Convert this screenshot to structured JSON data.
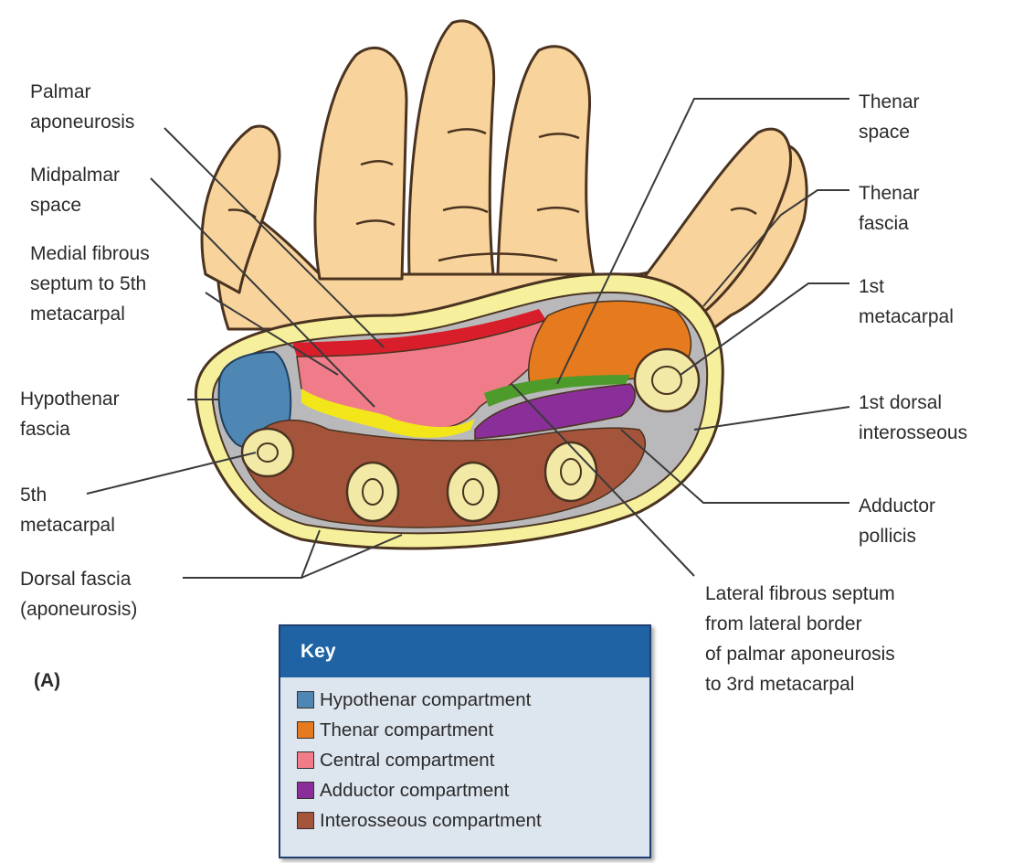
{
  "labels": {
    "palmar_aponeurosis": [
      "Palmar",
      "aponeurosis"
    ],
    "midpalmar_space": [
      "Midpalmar",
      "space"
    ],
    "medial_septum": [
      "Medial fibrous",
      "septum to 5th",
      "metacarpal"
    ],
    "hypothenar_fascia": [
      "Hypothenar",
      "fascia"
    ],
    "fifth_metacarpal": [
      "5th",
      "metacarpal"
    ],
    "dorsal_fascia": [
      "Dorsal fascia",
      "(aponeurosis)"
    ],
    "thenar_space": [
      "Thenar",
      "space"
    ],
    "thenar_fascia": [
      "Thenar",
      "fascia"
    ],
    "first_metacarpal": [
      "1st",
      "metacarpal"
    ],
    "first_dorsal_interosseous": [
      "1st dorsal",
      "interosseous"
    ],
    "adductor_pollicis": [
      "Adductor",
      "pollicis"
    ],
    "lateral_septum": [
      "Lateral fibrous septum",
      "from lateral border",
      "of palmar aponeurosis",
      "to 3rd metacarpal"
    ]
  },
  "panel_tag": "(A)",
  "key": {
    "title": "Key",
    "items": [
      {
        "label": "Hypothenar compartment",
        "color": "#4f87b4"
      },
      {
        "label": "Thenar compartment",
        "color": "#e57a1e"
      },
      {
        "label": "Central compartment",
        "color": "#f07c8a"
      },
      {
        "label": "Adductor compartment",
        "color": "#8a2f9a"
      },
      {
        "label": "Interosseous compartment",
        "color": "#a4543a"
      }
    ]
  },
  "colors": {
    "skin": "#f8d49c",
    "skin_outline": "#4a3320",
    "fascia": "#f6ef9c",
    "bone_ring": "#f3e9a6",
    "palmar_aponeurosis": "#d81e2a",
    "septum_yellow": "#f2e61a",
    "thenar_fascia_green": "#4c9b2b",
    "interstitial": "#b9b9bb",
    "key_header": "#1f63a4",
    "key_body": "#dde5ef"
  }
}
